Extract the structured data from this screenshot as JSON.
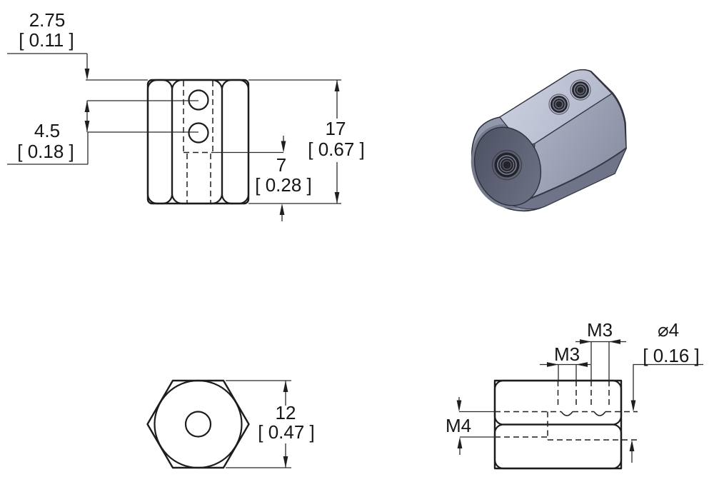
{
  "colors": {
    "line": "#1c1c1c",
    "dim_line": "#2b2b2b",
    "iso_top_face": "#c9cedd",
    "iso_front_face": "#afb4c7",
    "iso_body": "#9298ab",
    "iso_band": "#6f7488",
    "iso_end_face": "#545868",
    "iso_hole": "#24252d"
  },
  "views": {
    "top": {
      "dims": {
        "edge_to_hole": {
          "mm": "2.75",
          "inch": "[ 0.11 ]"
        },
        "hole_spacing": {
          "mm": "4.5",
          "inch": "[ 0.18 ]"
        },
        "length": {
          "mm": "17",
          "inch": "[ 0.67 ]"
        },
        "thread_depth": {
          "mm": "7",
          "inch": "[ 0.28 ]"
        }
      }
    },
    "end": {
      "dims": {
        "across_flats": {
          "mm": "12",
          "inch": "[ 0.47 ]"
        }
      }
    },
    "side": {
      "labels": {
        "m3_top": "M3",
        "m3_front": "M3",
        "m4": "M4",
        "bore_dia": "⌀4",
        "bore_inch": "[ 0.16 ]"
      }
    }
  }
}
